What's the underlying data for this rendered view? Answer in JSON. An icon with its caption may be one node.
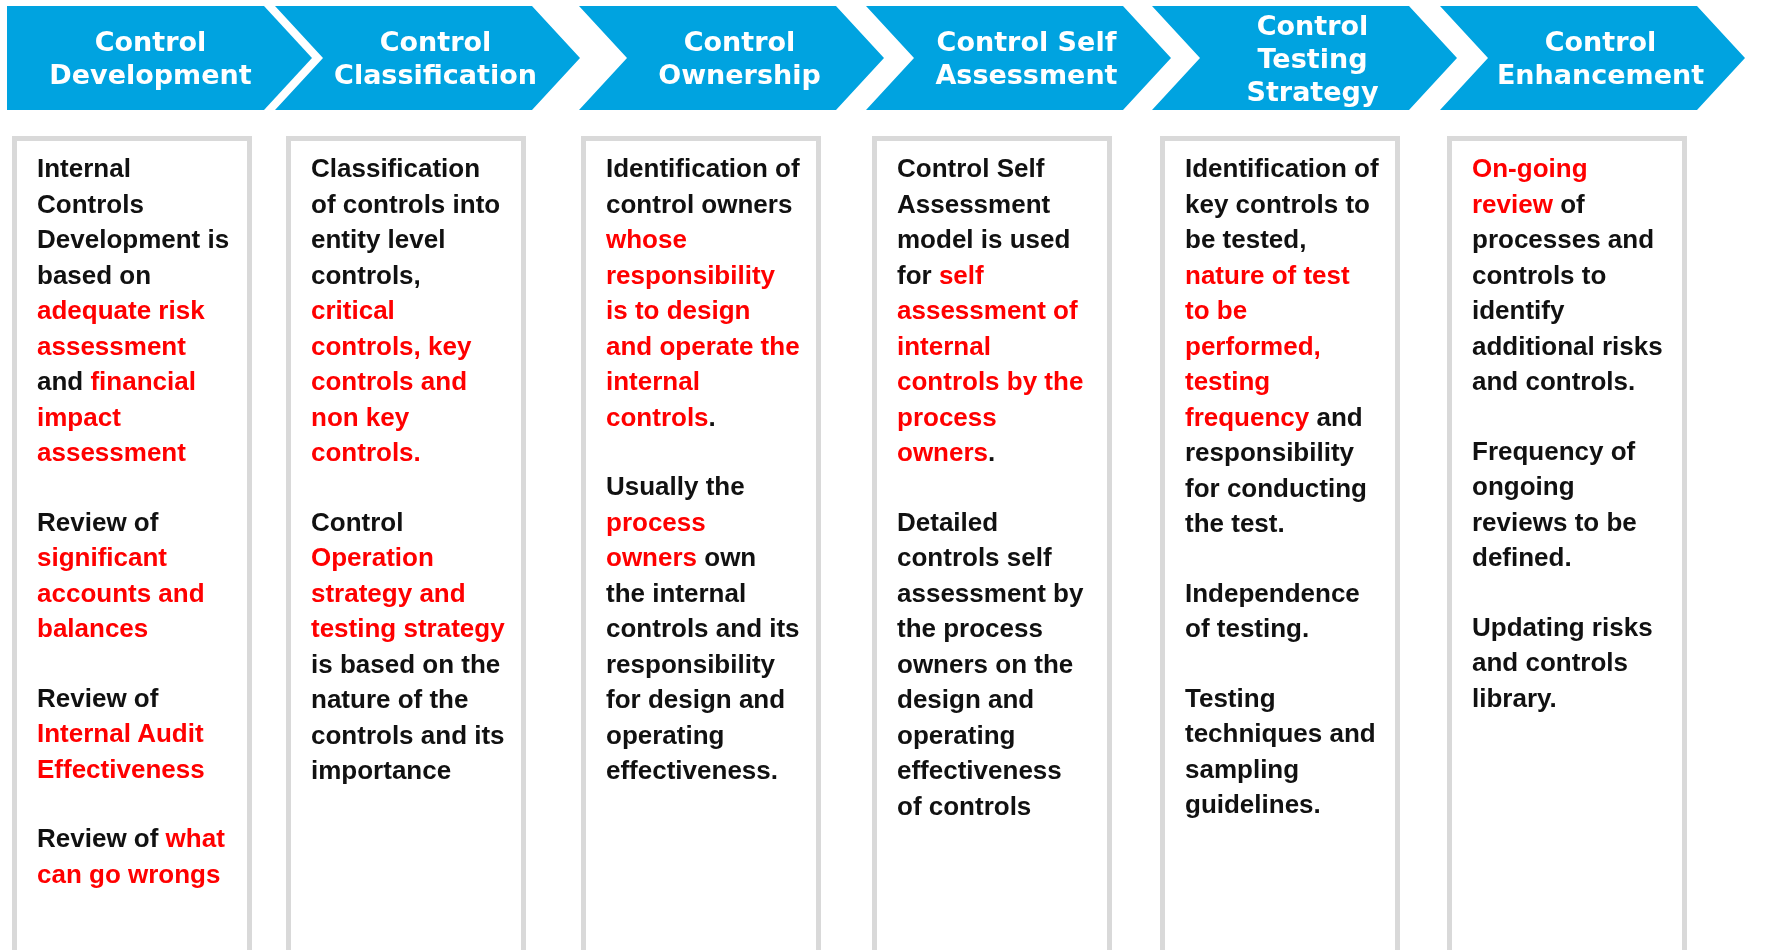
{
  "diagram": {
    "nodes": [
      {
        "text": [
          "Control Development"
        ]
      },
      {
        "text": [
          "Control Classification"
        ]
      },
      {
        "text": [
          "Control Ownership"
        ]
      },
      {
        "text": [
          "Control Self Assessment"
        ]
      },
      {
        "text": [
          "Control Testing Strategy"
        ]
      },
      {
        "text": [
          "Control Enhancement"
        ]
      },
      {
        "text": [
          "Internal Controls Development is based on **adequate risk assessment** and **financial impact assessment**",
          "Review of **significant accounts and balances**",
          "Review of **Internal Audit Effectiveness**",
          "Review of **what can go wrongs**"
        ]
      },
      {
        "text": [
          "Classification of controls into entity level controls, **critical controls, key controls and non key controls.**",
          "Control **Operation strategy and testing strategy** is based on the nature of the controls and its importance"
        ]
      },
      {
        "text": [
          "Identification of control owners **whose responsibility is to design and operate the internal controls**.",
          "Usually the **process owners** own the internal controls and its responsibility for design and operating effectiveness."
        ]
      },
      {
        "text": [
          "Control Self Assessment model is used for **self assessment of internal controls by the process owners**.",
          "Detailed controls self assessment by the process owners on the design and operating effectiveness of controls"
        ]
      },
      {
        "text": [
          "Identification of key controls to be tested, **nature of test to be performed, testing frequency** and responsibility for conducting the test.",
          "Independence of testing.",
          "Testing techniques and sampling guidelines."
        ]
      },
      {
        "text": [
          "**On-going review** of processes and controls to identify additional risks and controls.",
          "Frequency of ongoing reviews to be defined.",
          "Updating risks and controls library."
        ]
      }
    ]
  }
}
